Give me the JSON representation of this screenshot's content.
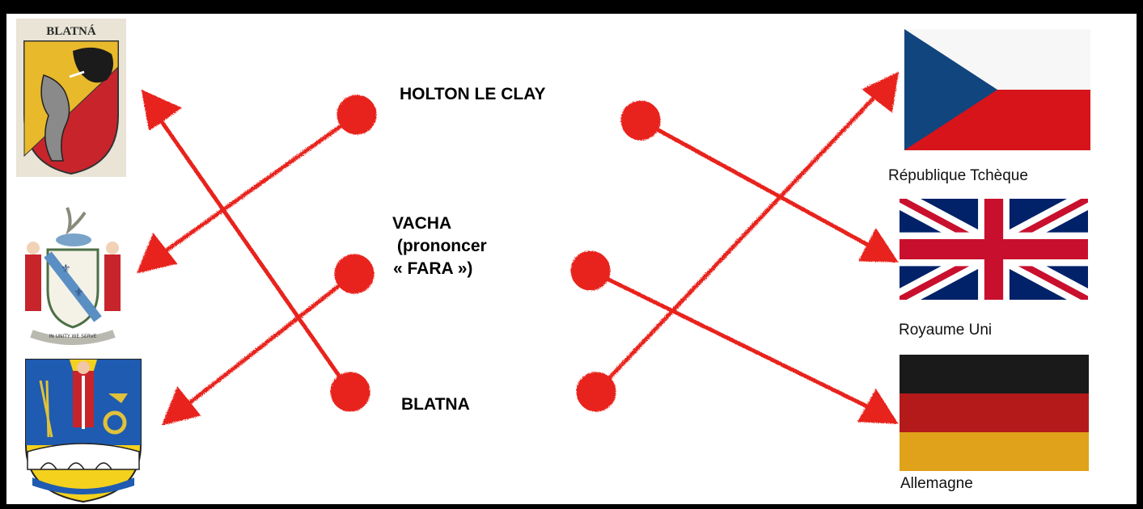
{
  "towns": {
    "holton": "HOLTON LE CLAY",
    "vacha_line1": "VACHA",
    "vacha_line2": " (prononcer",
    "vacha_line3": "« FARA »)",
    "blatna": "BLATNA"
  },
  "countries": {
    "czech": "République Tchèque",
    "uk": "Royaume Uni",
    "germany": "Allemagne"
  },
  "crests": {
    "blatna_banner": "BLATNÁ",
    "holton_motto": "IN UNITY WE SERVE"
  },
  "arrows": {
    "color": "#e8231c",
    "pairs": [
      {
        "from": "holton-dot-left",
        "to": "holton-crest"
      },
      {
        "from": "vacha-dot-left",
        "to": "vacha-crest"
      },
      {
        "from": "blatna-dot-left",
        "to": "blatna-crest"
      },
      {
        "from": "holton-dot-right",
        "to": "uk-flag"
      },
      {
        "from": "vacha-dot-right",
        "to": "germany-flag"
      },
      {
        "from": "blatna-dot-right",
        "to": "czech-flag"
      }
    ]
  },
  "colors": {
    "frame": "#000000",
    "czech_blue": "#11457e",
    "czech_red": "#d7141a",
    "uk_blue": "#012169",
    "uk_red": "#c8102e",
    "de_black": "#1a1a1a",
    "de_red": "#dd0000",
    "de_gold": "#ffce00"
  }
}
